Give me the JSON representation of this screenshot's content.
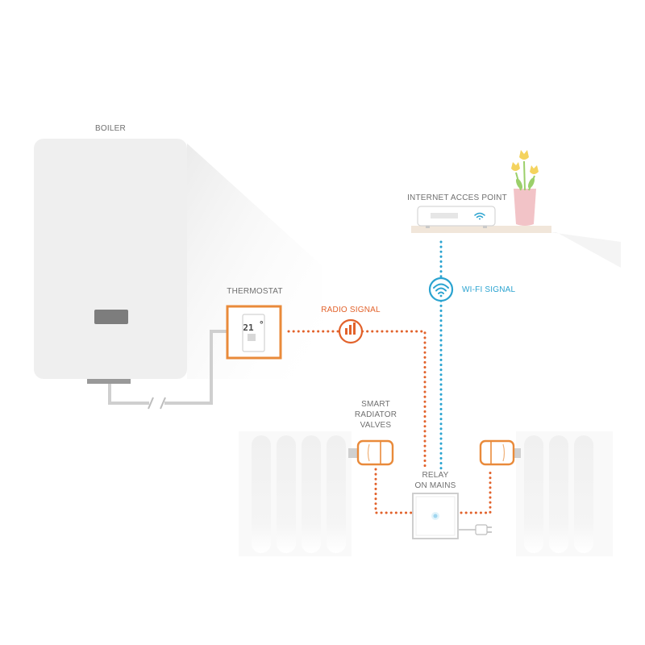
{
  "labels": {
    "boiler": "BOILER",
    "thermostat": "THERMOSTAT",
    "radio_signal": "RADIO SIGNAL",
    "internet_access_point": "INTERNET ACCES POINT",
    "wifi_signal": "WI-FI SIGNAL",
    "smart_valves_line1": "SMART",
    "smart_valves_line2": "RADIATOR",
    "smart_valves_line3": "VALVES",
    "relay_line1": "RELAY",
    "relay_line2": "ON MAINS"
  },
  "thermostat_display": {
    "temperature": "21",
    "unit": "°"
  },
  "colors": {
    "radio": "#e2622b",
    "wifi": "#2aa3d0",
    "device_gray": "#eeeeee",
    "shelf": "#f1e6da",
    "vase": "#f2c3c7",
    "tulip": "#f4d35e",
    "leaf": "#9bcf6a"
  },
  "icons": {
    "radio_signal": "radio-signal-icon",
    "wifi_signal": "wifi-signal-icon",
    "router_wifi": "wifi-icon",
    "plug": "power-plug-icon"
  }
}
